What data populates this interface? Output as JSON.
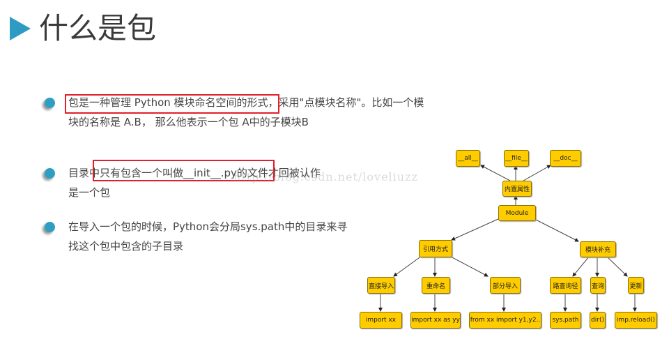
{
  "title": "什么是包",
  "bullets": [
    {
      "line1_hl": "包是一种管理 Python 模块命名空间的形式",
      "line1_rest": "，采用\"点模块名称\"。比如一个模",
      "line2": "块的名称是 A.B， 那么他表示一个包 A中的子模块B"
    },
    {
      "line1_pre": "目录中",
      "line1_hl": "只有包含一个叫做__init__.py的文件",
      "line1_rest": "才回被认作",
      "line2": "是一个包"
    },
    {
      "line1": "在导入一个包的时候，Python会分局sys.path中的目录来寻",
      "line2": "找这个包中包含的子目录"
    }
  ],
  "watermark": "http://blog.csdn.net/loveliuzz",
  "diagram": {
    "all": "__all__",
    "file": "__file__",
    "doc": "__doc__",
    "builtin": "内置属性",
    "module": "Module",
    "import_ways": "引用方式",
    "supplement": "模块补充",
    "direct": "直接导入",
    "rename": "重命名",
    "partial": "部分导入",
    "path": "路查询径",
    "query": "查询",
    "update": "更新",
    "import_xx": "import xx",
    "import_as": "import xx as yy",
    "from_import": "from xx import y1,y2..",
    "sys_path": "sys.path",
    "dir": "dir()",
    "reload": "imp.reload()"
  }
}
